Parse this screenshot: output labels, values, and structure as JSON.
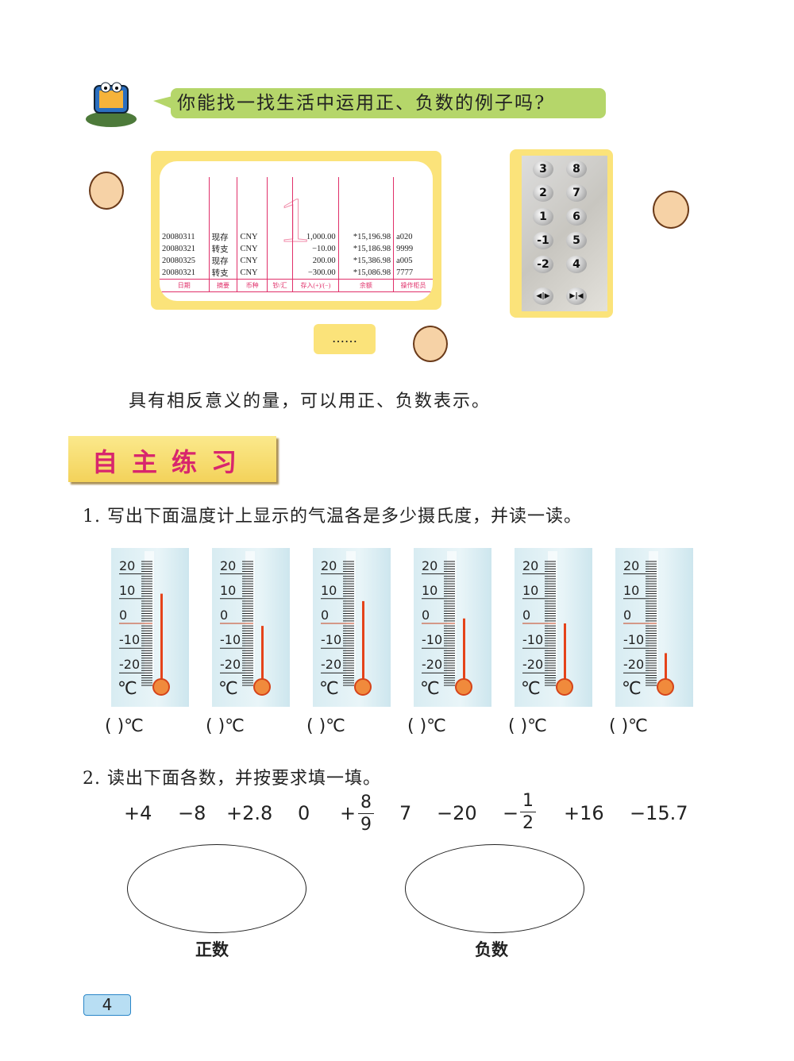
{
  "intro": {
    "question": "你能找一找生活中运用正、负数的例子吗?"
  },
  "statement": {
    "rows": [
      [
        "20080311",
        "现存",
        "CNY",
        "",
        "1,000.00",
        "*15,196.98",
        "a020"
      ],
      [
        "20080321",
        "转支",
        "CNY",
        "",
        "−10.00",
        "*15,186.98",
        "9999"
      ],
      [
        "20080325",
        "现存",
        "CNY",
        "",
        "200.00",
        "*15,386.98",
        "a005"
      ],
      [
        "20080321",
        "转支",
        "CNY",
        "",
        "−300.00",
        "*15,086.98",
        "7777"
      ]
    ],
    "headers": [
      "日期",
      "摘要",
      "币种",
      "钞/汇",
      "存入(+)/(−)",
      "余额",
      "操作柜员"
    ],
    "page_mark": "1"
  },
  "elevator": {
    "buttons": [
      "3",
      "8",
      "2",
      "7",
      "1",
      "6",
      "-1",
      "5",
      "-2",
      "4",
      "◀|▶",
      "▶|◀"
    ]
  },
  "ellipsis": "……",
  "summary": "具有相反意义的量，可以用正、负数表示。",
  "section_title": "自主练习",
  "q1": {
    "text": "1. 写出下面温度计上显示的气温各是多少摄氏度，并读一读。",
    "scale_labels": [
      "20",
      "10",
      "0",
      "-10",
      "-20"
    ],
    "unit": "℃",
    "answer": "(      )℃",
    "temperatures": [
      12,
      -1,
      9,
      2,
      0,
      -12
    ]
  },
  "q2": {
    "text": "2. 读出下面各数，并按要求填一填。",
    "numbers": [
      "+4",
      "−8",
      "+2.8",
      "0",
      "+",
      "7",
      "−20",
      "−",
      "+16",
      "−15.7"
    ],
    "frac1": {
      "num": "8",
      "den": "9"
    },
    "frac2": {
      "num": "1",
      "den": "2"
    },
    "positive_label": "正数",
    "negative_label": "负数"
  },
  "page_number": "4"
}
